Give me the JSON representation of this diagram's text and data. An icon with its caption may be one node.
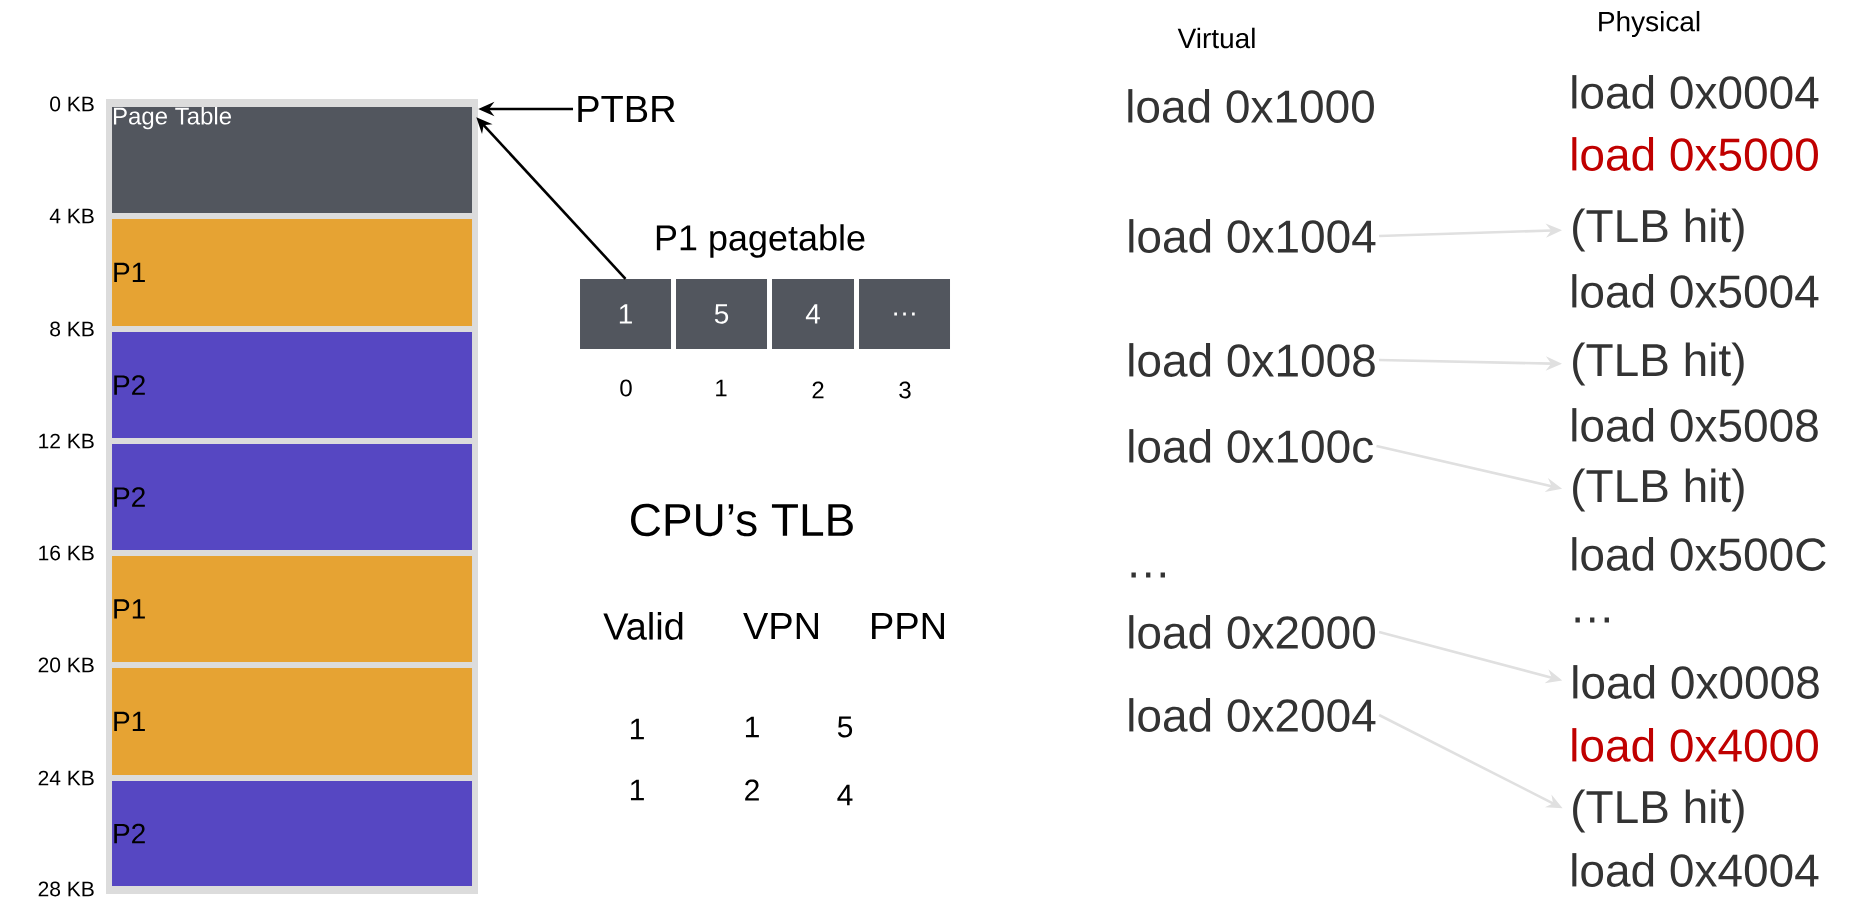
{
  "diagram": {
    "nodes": [
      {
        "text": [
          "Page Table"
        ]
      },
      {
        "text": [
          "P1"
        ]
      },
      {
        "text": [
          "P2"
        ]
      },
      {
        "text": [
          "P2"
        ]
      },
      {
        "text": [
          "P1"
        ]
      },
      {
        "text": [
          "P1"
        ]
      },
      {
        "text": [
          "P2"
        ]
      },
      {
        "text": [
          "PTBR"
        ]
      },
      {
        "text": [
          "1"
        ]
      },
      {
        "text": [
          "5"
        ]
      },
      {
        "text": [
          "4"
        ]
      },
      {
        "text": [
          "…"
        ]
      },
      {
        "text": [
          "load 0x1004"
        ]
      },
      {
        "text": [
          "load 0x1008"
        ]
      },
      {
        "text": [
          "load 0x100c"
        ]
      },
      {
        "text": [
          "load 0x2000"
        ]
      },
      {
        "text": [
          "load 0x2004"
        ]
      },
      {
        "text": [
          "(TLB hit)"
        ]
      },
      {
        "text": [
          "(TLB hit)"
        ]
      },
      {
        "text": [
          "(TLB hit)"
        ]
      },
      {
        "text": [
          "load 0x0008"
        ]
      },
      {
        "text": [
          "(TLB hit)"
        ]
      }
    ],
    "edges": [
      {
        "from": 7,
        "to": 0,
        "arrow": "to",
        "color": "#000000"
      },
      {
        "from": 8,
        "to": 0,
        "arrow": "to",
        "color": "#000000"
      },
      {
        "from": 12,
        "to": 17,
        "arrow": "to"
      },
      {
        "from": 13,
        "to": 18,
        "arrow": "to"
      },
      {
        "from": 14,
        "to": 19,
        "arrow": "to"
      },
      {
        "from": 15,
        "to": 20,
        "arrow": "to"
      },
      {
        "from": 16,
        "to": 21,
        "arrow": "to"
      }
    ],
    "labels": [
      "0 KB",
      "4 KB",
      "8 KB",
      "12 KB",
      "16 KB",
      "20 KB",
      "24 KB",
      "28 KB",
      "P1 pagetable",
      "0",
      "1",
      "2",
      "3",
      "CPU’s TLB",
      "Valid",
      "VPN",
      "PPN",
      "1",
      "1",
      "5",
      "1",
      "2",
      "4",
      "Virtual",
      "Physical",
      "load 0x1000",
      "…",
      "load 0x0004",
      "load 0x5000",
      "load 0x5004",
      "load 0x5008",
      "load 0x500C",
      "…",
      "load 0x4000",
      "load 0x4004"
    ]
  }
}
